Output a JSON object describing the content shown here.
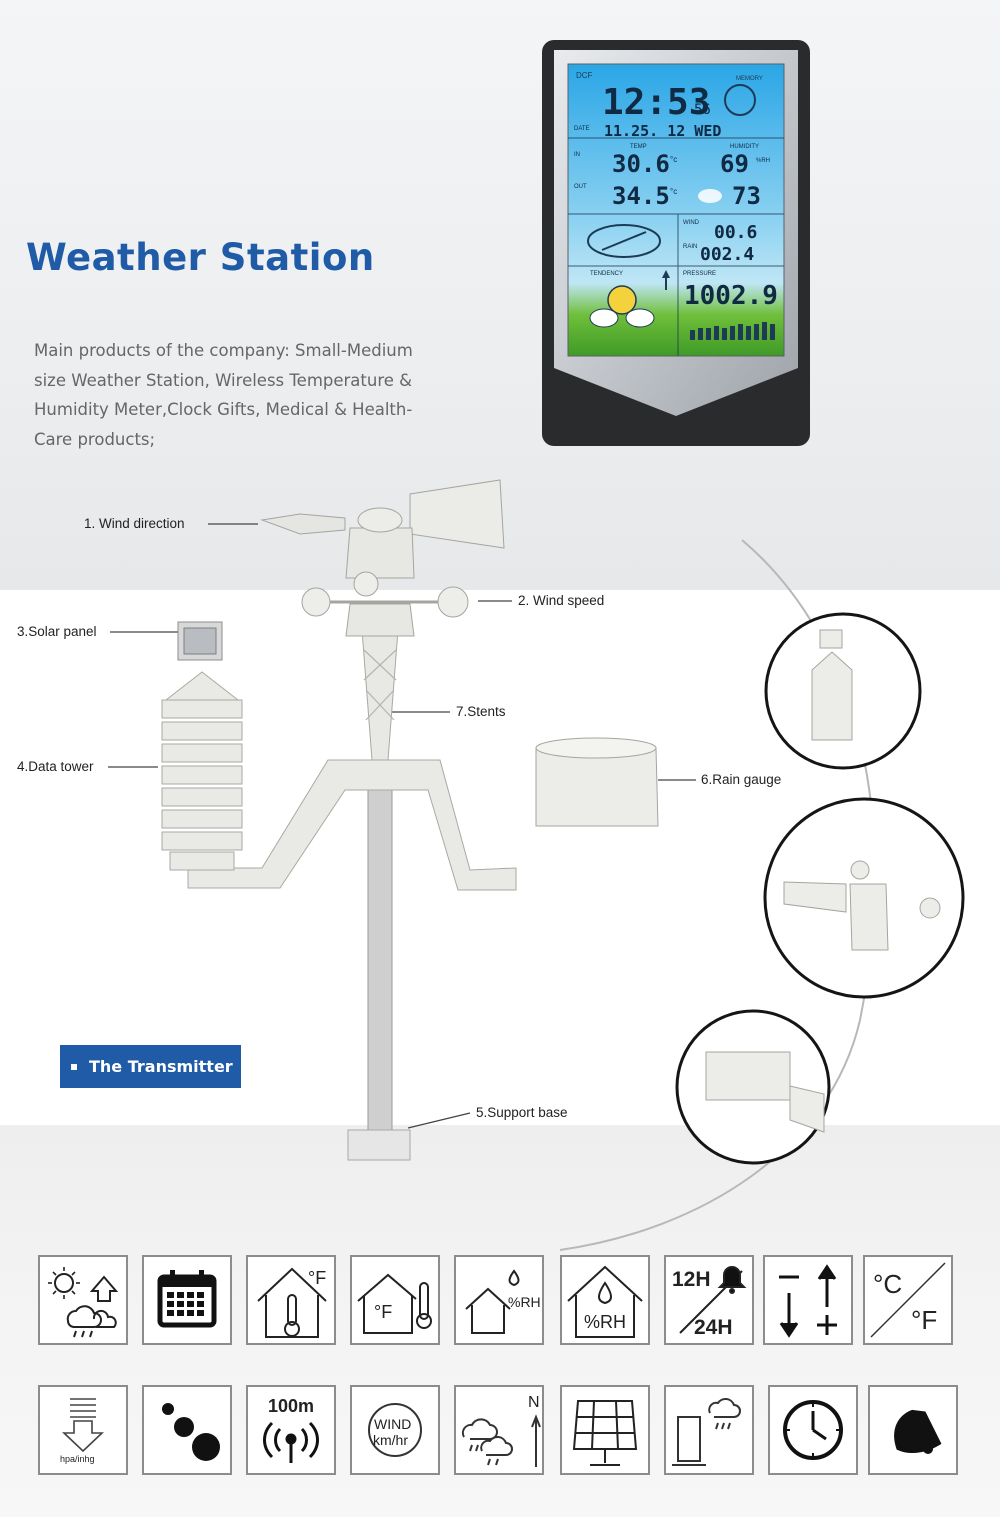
{
  "header": {
    "title": "Weather Station",
    "description": "Main products of the company: Small-Medium size Weather Station, Wireless Temperature & Humidity Meter,Clock Gifts, Medical & Health-Care products;"
  },
  "display": {
    "dcf": "DCF",
    "memory": "MEMORY",
    "time": "12:53",
    "seconds": "56",
    "date_label": "DATE",
    "date": "11.25. 12 WED",
    "temp_label": "TEMP",
    "humidity_label": "HUMIDITY",
    "in_label": "IN",
    "out_label": "OUT",
    "in_temp": "30.6",
    "in_temp_unit": "°c",
    "in_hum": "69",
    "out_temp": "34.5",
    "out_temp_unit": "°c",
    "out_hum": "73",
    "rh_unit": "%RH",
    "wind_label": "WIND",
    "wind_value": "00.6",
    "rain_label": "RAIN",
    "rain_value": "002.4",
    "tendency_label": "TENDENCY",
    "pressure_label": "PRESSURE",
    "pressure_value": "1002.9"
  },
  "parts": {
    "wind_direction": "1. Wind direction",
    "wind_speed": "2. Wind speed",
    "solar_panel": "3.Solar  panel",
    "data_tower": "4.Data tower",
    "support_base": "5.Support base",
    "rain_gauge": "6.Rain gauge",
    "stents": "7.Stents"
  },
  "transmitter_badge": "The Transmitter",
  "features": {
    "f_fahrenheit_out": "°F",
    "f_fahrenheit_in": "°F",
    "f_rh_small": "%RH",
    "f_rh_large": "%RH",
    "f_12h": "12H",
    "f_24h": "24H",
    "f_celsius": "°C",
    "f_fahr": "°F",
    "f_hpa": "hpa/inhg",
    "f_range": "100m",
    "f_wind_top": "WIND",
    "f_wind_bottom": "km/hr",
    "f_north": "N"
  },
  "colors": {
    "brand_blue": "#1f5ba6",
    "text_gray": "#666666",
    "icon_border": "#8c8c8c"
  }
}
